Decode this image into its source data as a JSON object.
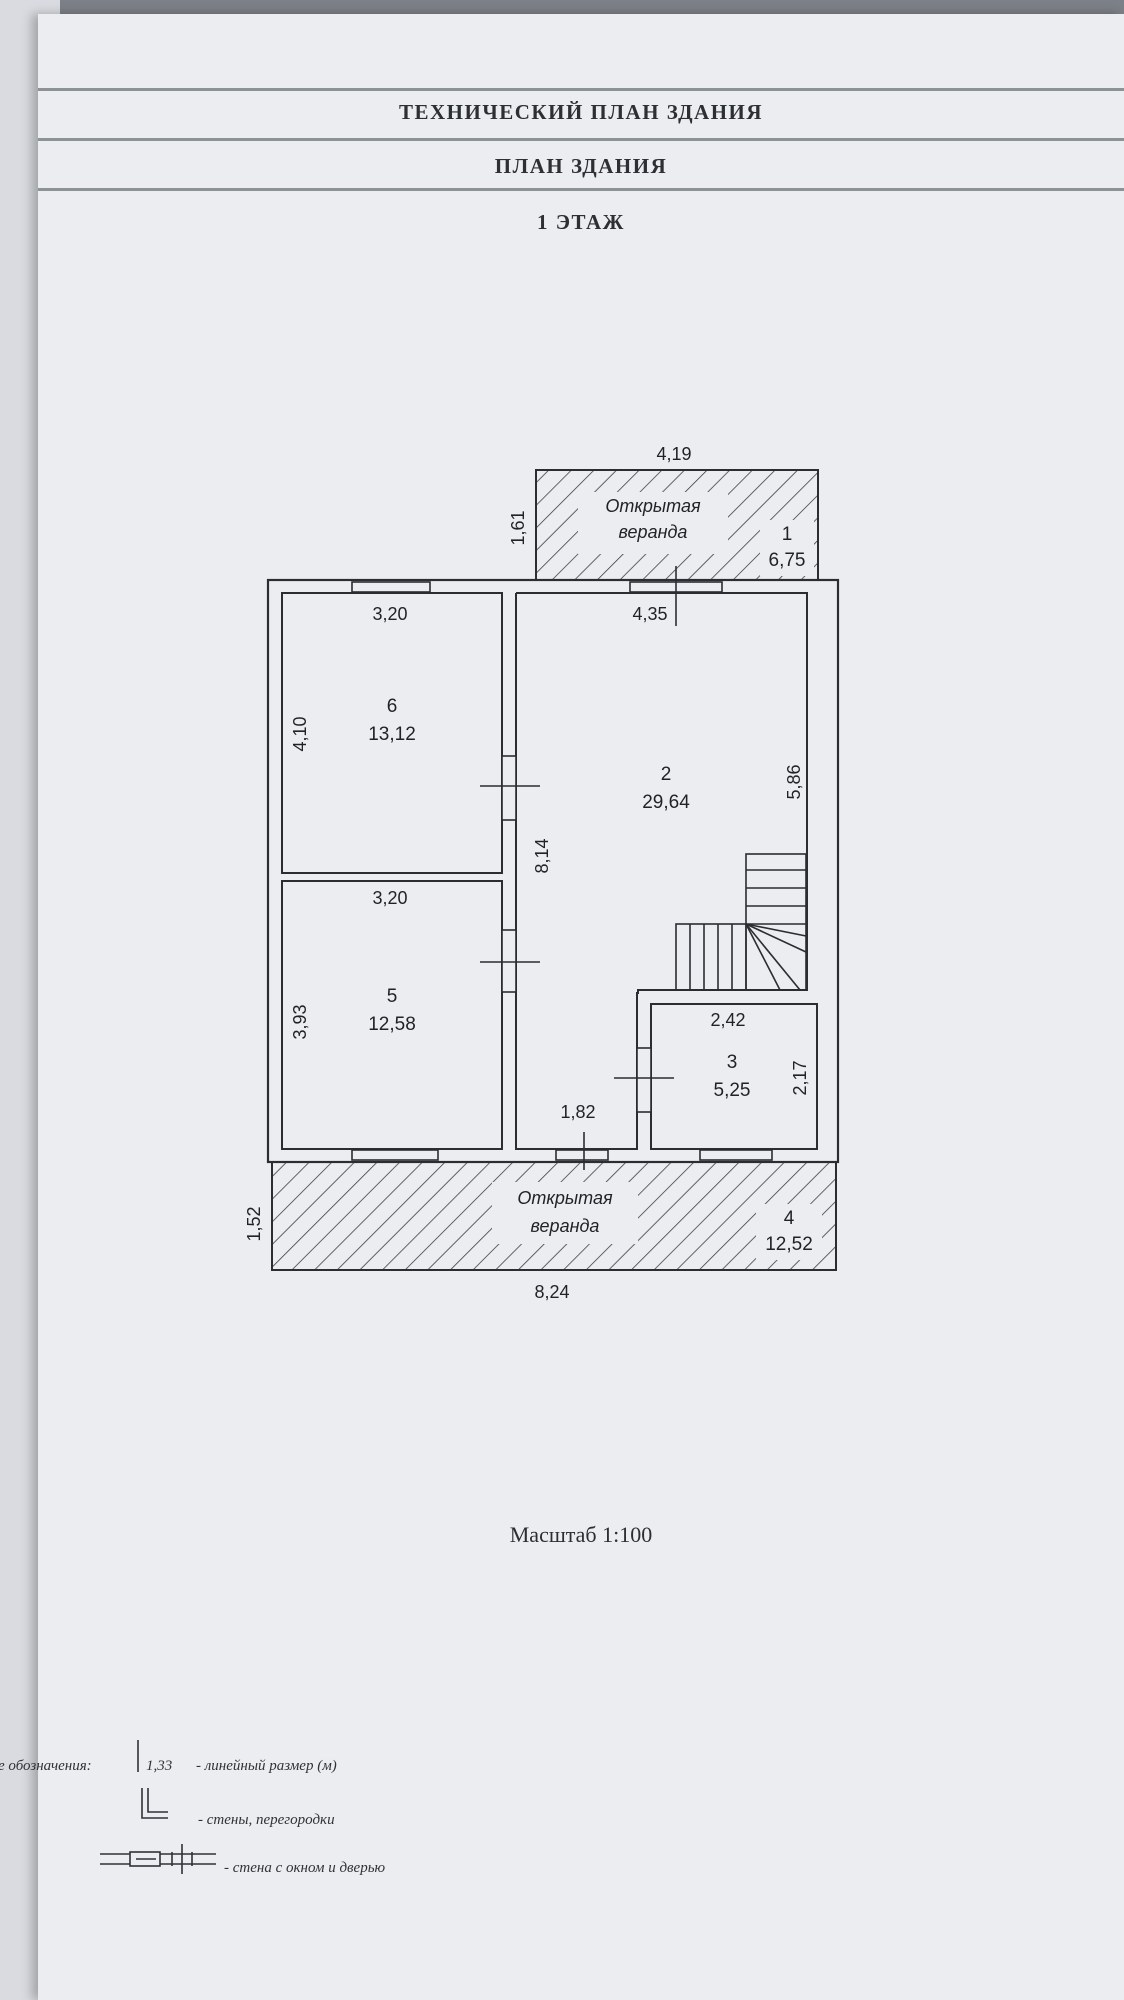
{
  "header": {
    "title": "ТЕХНИЧЕСКИЙ ПЛАН ЗДАНИЯ",
    "subtitle": "ПЛАН ЗДАНИЯ",
    "floor": "1 ЭТАЖ"
  },
  "plan": {
    "rooms": [
      {
        "number": "1",
        "area": "6,75",
        "name_line1": "Открытая",
        "name_line2": "веранда"
      },
      {
        "number": "2",
        "area": "29,64"
      },
      {
        "number": "3",
        "area": "5,25"
      },
      {
        "number": "4",
        "area": "12,52",
        "name_line1": "Открытая",
        "name_line2": "веранда"
      },
      {
        "number": "5",
        "area": "12,58"
      },
      {
        "number": "6",
        "area": "13,12"
      }
    ],
    "dimensions": {
      "top_veranda_width": "4,19",
      "top_veranda_depth": "1,61",
      "room6_width": "3,20",
      "room6_height": "4,10",
      "room5_width": "3,20",
      "room5_height": "3,93",
      "room2_width": "4,35",
      "room2_height": "5,86",
      "middle_height": "8,14",
      "room3_width": "2,42",
      "room3_height": "2,17",
      "corridor_width": "1,82",
      "bottom_veranda_depth": "1,52",
      "total_width": "8,24"
    }
  },
  "scale": "Масштаб 1:100",
  "legend": {
    "heading": "е обозначения:",
    "sample_value": "1,33",
    "linear_label": "- линейный размер (м)",
    "walls_label": "- стены, перегородки",
    "window_door_label": "- стена с окном и дверью"
  }
}
